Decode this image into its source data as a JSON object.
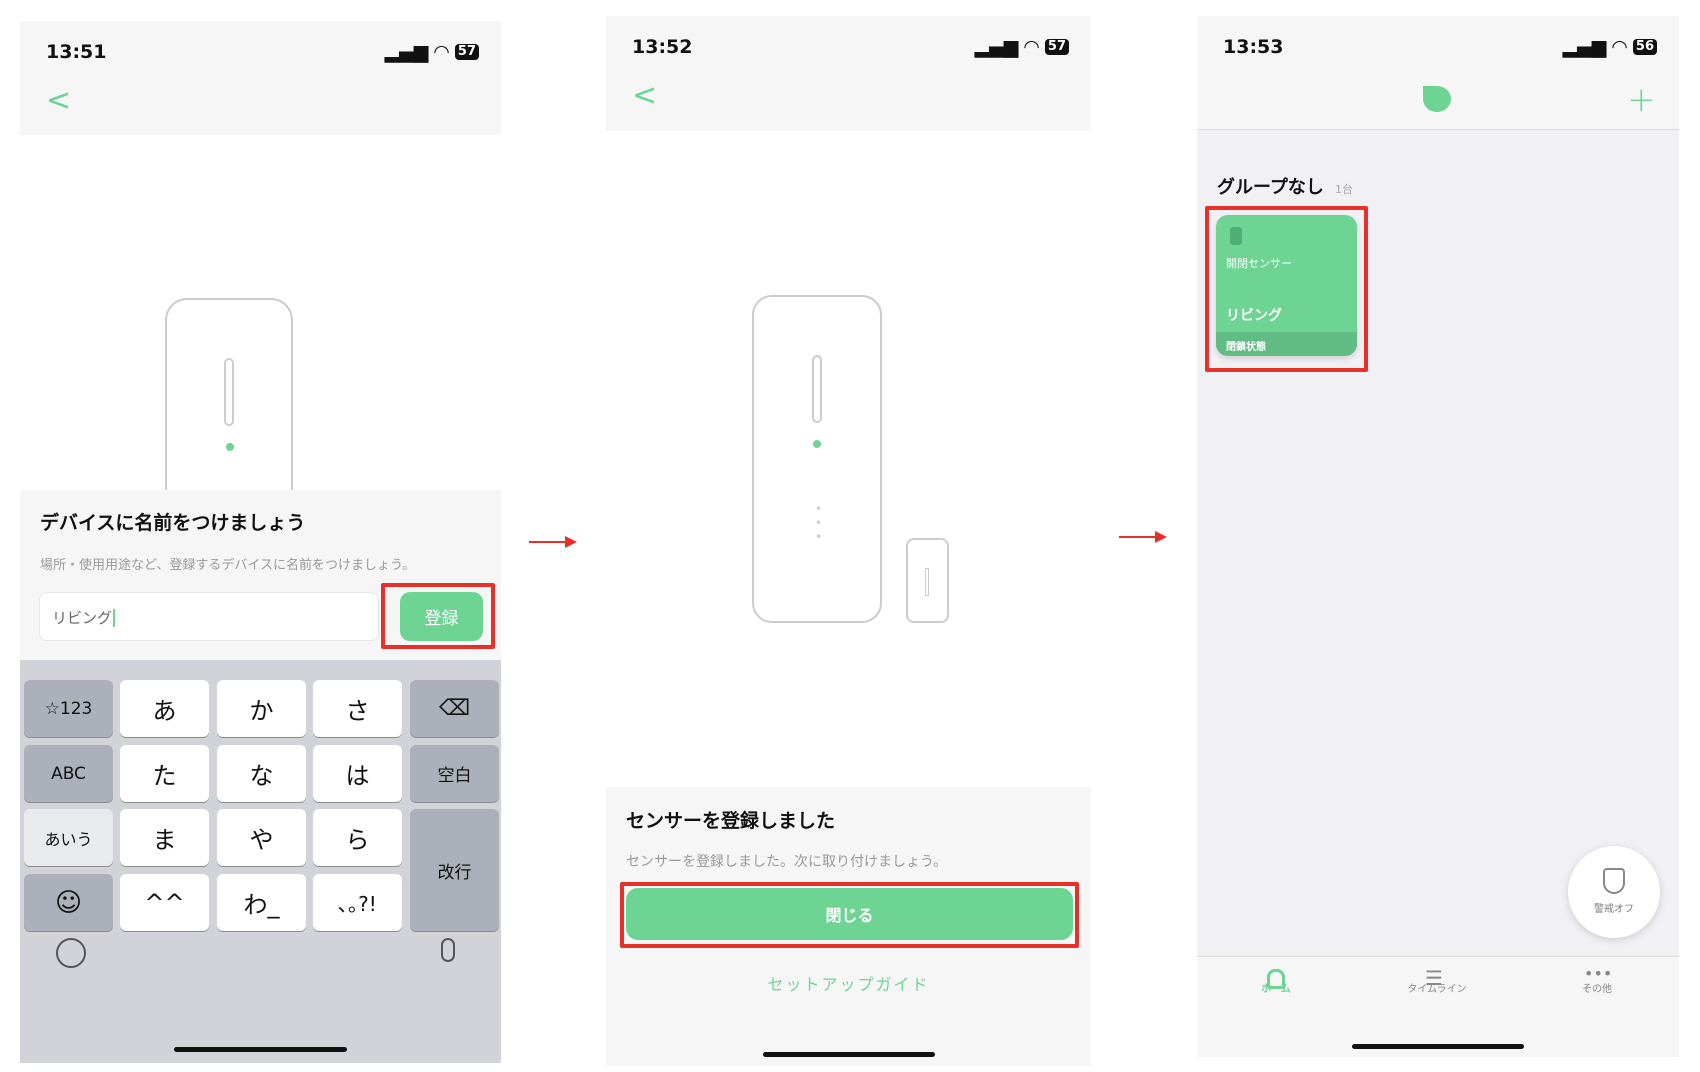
{
  "screen1": {
    "time": "13:51",
    "battery": "57",
    "title": "デバイスに名前をつけましょう",
    "subtitle": "場所・使用用途など、登録するデバイスに名前をつけましょう。",
    "input_value": "リビング",
    "register_label": "登録",
    "keys": [
      [
        "☆123",
        "あ",
        "か",
        "さ",
        "⌫"
      ],
      [
        "ABC",
        "た",
        "な",
        "は",
        "空白"
      ],
      [
        "あいう",
        "ま",
        "や",
        "ら",
        "改行"
      ],
      [
        "☺",
        "^^",
        "わ_",
        "､｡?!"
      ]
    ]
  },
  "screen2": {
    "time": "13:52",
    "battery": "57",
    "title": "センサーを登録しました",
    "subtitle": "センサーを登録しました。次に取り付けましょう。",
    "close_label": "閉じる",
    "guide_link": "セットアップガイド"
  },
  "screen3": {
    "time": "13:53",
    "battery": "56",
    "group_title": "グループなし",
    "group_count": "1台",
    "device": {
      "type": "開閉センサー",
      "name": "リビング",
      "status": "閉鎖状態"
    },
    "security_label": "警戒オフ",
    "tabs": [
      {
        "label": "ホーム"
      },
      {
        "label": "タイムライン"
      },
      {
        "label": "その他"
      }
    ]
  },
  "colors": {
    "accent": "#6dd494",
    "highlight": "#e8302a"
  }
}
